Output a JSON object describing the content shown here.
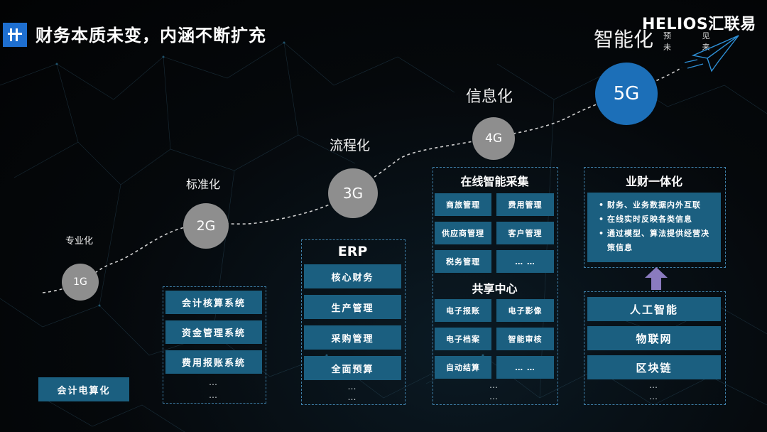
{
  "header": {
    "title": "财务本质未变，内涵不断扩充",
    "brand_word": "HELIOS汇联易",
    "brand_sub": "预 见 未 来"
  },
  "stages": [
    {
      "label": "专业化",
      "badge": "1G"
    },
    {
      "label": "标准化",
      "badge": "2G"
    },
    {
      "label": "流程化",
      "badge": "3G"
    },
    {
      "label": "信息化",
      "badge": "4G"
    },
    {
      "label": "智能化",
      "badge": "5G"
    }
  ],
  "col1": {
    "item": "会计电算化"
  },
  "col2": {
    "items": [
      "会计核算系统",
      "资金管理系统",
      "费用报账系统"
    ],
    "more": "…",
    "more2": "…"
  },
  "col3": {
    "head": "ERP",
    "items": [
      "核心财务",
      "生产管理",
      "采购管理",
      "全面预算"
    ],
    "more": "…",
    "more2": "…"
  },
  "col4": {
    "head1": "在线智能采集",
    "grid1": [
      "商旅管理",
      "费用管理",
      "供应商管理",
      "客户管理",
      "税务管理",
      "… …"
    ],
    "head2": "共享中心",
    "grid2": [
      "电子报账",
      "电子影像",
      "电子档案",
      "智能审核",
      "自动结算",
      "… …"
    ],
    "more": "…",
    "more2": "…"
  },
  "col5": {
    "head": "业财一体化",
    "bullets": [
      "财务、业务数据内外互联",
      "在线实时反映各类信息",
      "通过模型、算法提供经营决策信息"
    ],
    "items": [
      "人工智能",
      "物联网",
      "区块链"
    ],
    "more": "…",
    "more2": "…"
  },
  "colors": {
    "accent": "#1c6fb8",
    "cell": "#1b5f80",
    "circle": "#8e8e8e",
    "logo": "#1e6fd0",
    "arrow": "#8a7bbf"
  }
}
